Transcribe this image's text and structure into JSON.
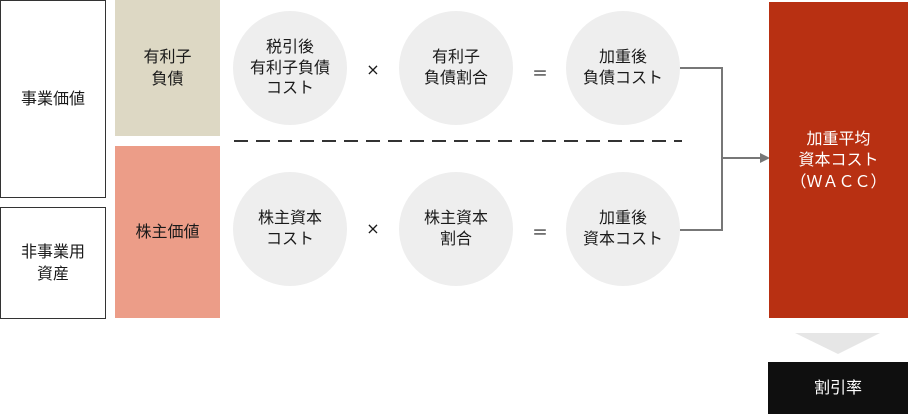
{
  "left_blocks": {
    "business_value": "事業価値",
    "non_business_assets": "非事業用\n資産"
  },
  "capital_blocks": {
    "interest_bearing_debt": "有利子\n負債",
    "equity_value": "株主価値"
  },
  "debt_row": {
    "cost": "税引後\n有利子負債\nコスト",
    "times": "×",
    "ratio": "有利子\n負債割合",
    "equals": "＝",
    "weighted": "加重後\n負債コスト"
  },
  "equity_row": {
    "cost": "株主資本\nコスト",
    "times": "×",
    "ratio": "株主資本\n割合",
    "equals": "＝",
    "weighted": "加重後\n資本コスト"
  },
  "wacc": "加重平均\n資本コスト\n（ＷＡＣＣ）",
  "discount_rate": "割引率",
  "colors": {
    "debt": "#ddd8c4",
    "equity": "#ec9d88",
    "wacc": "#b83012",
    "discount": "#0f0f0f",
    "circle": "#eeeeee",
    "connector": "#777777"
  }
}
